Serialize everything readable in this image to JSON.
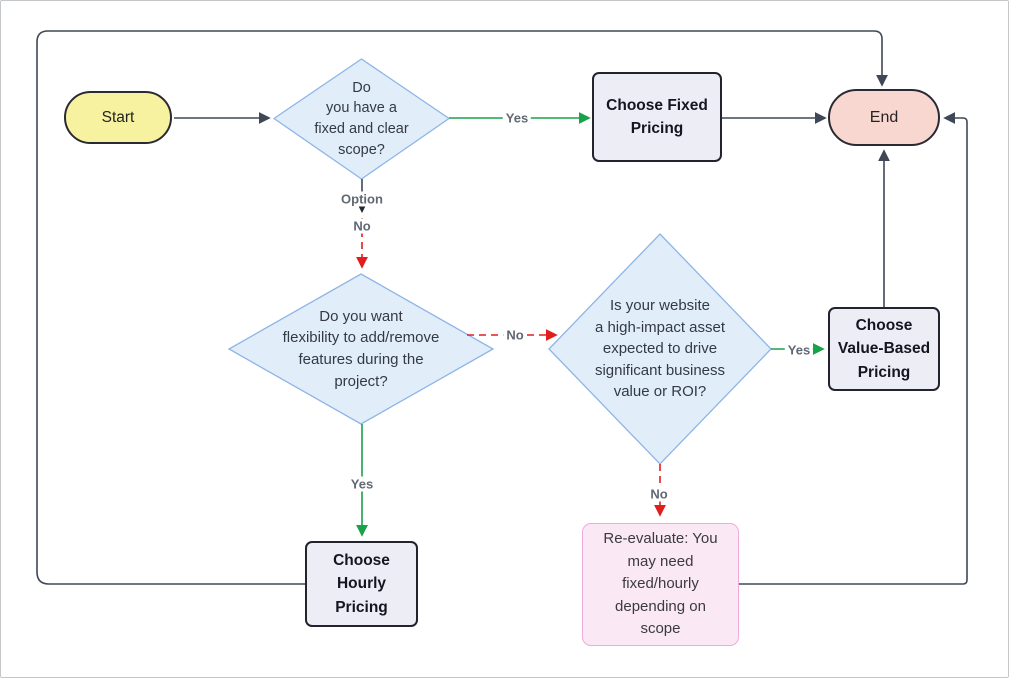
{
  "canvas": {
    "background": "#ffffff",
    "border_color": "#c4c7ca"
  },
  "colors": {
    "yes_edge": "#19a24a",
    "no_edge": "#e01e1e",
    "neutral_edge": "#3f4857",
    "decision_fill": "#e2edfa",
    "decision_border": "#8db5e6",
    "process_fill": "#ededf6",
    "process_border": "#23232f",
    "start_fill": "#f7f2a0",
    "end_fill": "#f9d7d1",
    "note_fill": "#fbe8f5",
    "note_border": "#edacdc"
  },
  "nodes": {
    "start": {
      "label": "Start",
      "type": "terminator"
    },
    "end": {
      "label": "End",
      "type": "terminator"
    },
    "scope_decision": {
      "label": "Do\nyou have a\nfixed and clear\nscope?",
      "type": "decision"
    },
    "flexibility_decision": {
      "label": "Do you want\nflexibility to add/remove\nfeatures during the\nproject?",
      "type": "decision"
    },
    "impact_decision": {
      "label": "Is your website\na high-impact asset\nexpected to drive\nsignificant business\nvalue or ROI?",
      "type": "decision"
    },
    "fixed_pricing": {
      "label": "Choose Fixed\nPricing",
      "type": "process"
    },
    "value_pricing": {
      "label": "Choose\nValue-Based\nPricing",
      "type": "process"
    },
    "hourly_pricing": {
      "label": "Choose\nHourly\nPricing",
      "type": "process"
    },
    "reevaluate": {
      "label": "Re-evaluate: You\nmay need\nfixed/hourly\ndepending on\nscope",
      "type": "note"
    }
  },
  "edge_labels": {
    "scope_yes": "Yes",
    "scope_option": "Option",
    "scope_no": "No",
    "flex_no": "No",
    "flex_yes": "Yes",
    "impact_yes": "Yes",
    "impact_no": "No"
  }
}
